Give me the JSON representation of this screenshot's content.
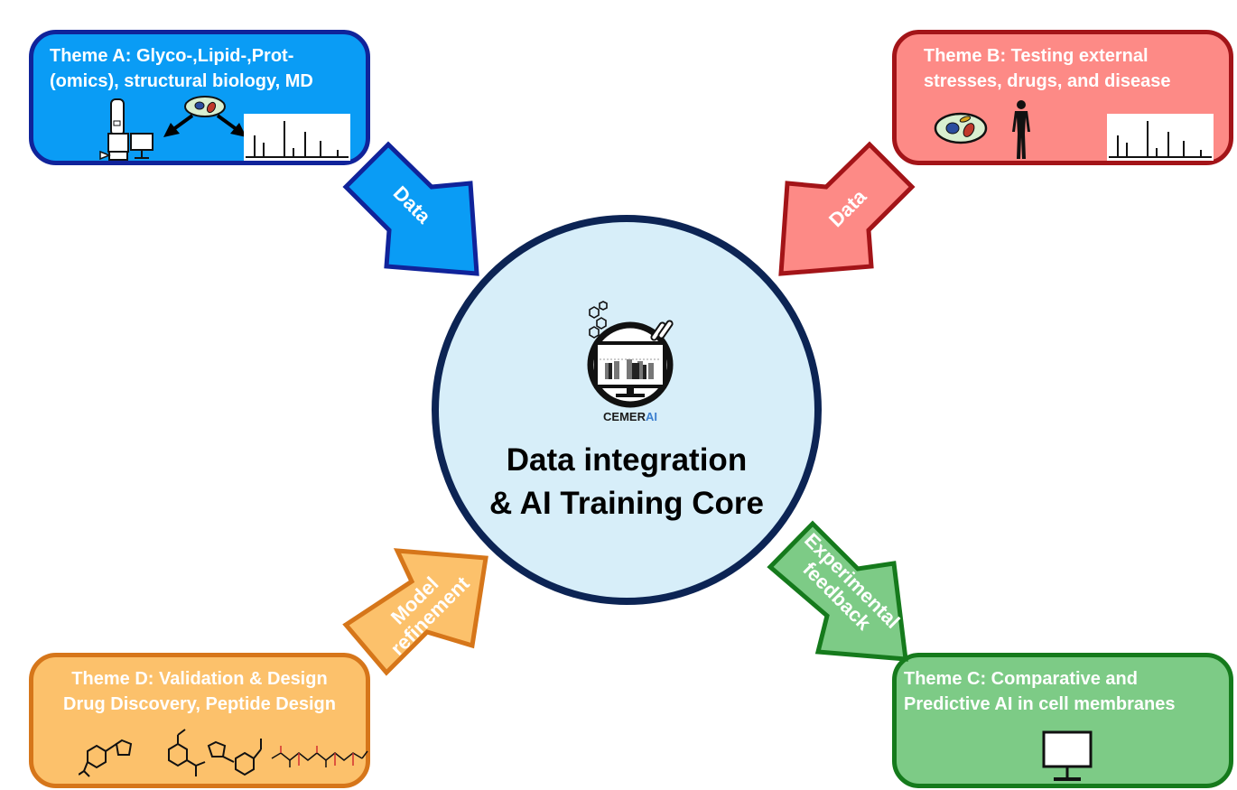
{
  "themes": {
    "a": {
      "line1": "Theme A: Glyco-,Lipid-,Prot-",
      "line2": "(omics), structural biology, MD"
    },
    "b": {
      "line1": "Theme B: Testing external",
      "line2": "stresses, drugs, and disease"
    },
    "c": {
      "line1": "Theme C: Comparative and",
      "line2": "Predictive AI in cell membranes"
    },
    "d": {
      "line1": "Theme D: Validation & Design",
      "line2": "Drug Discovery, Peptide Design"
    }
  },
  "arrows": {
    "a": "Data",
    "b": "Data",
    "c_line1": "Experimental",
    "c_line2": "feedback",
    "d_line1": "Model",
    "d_line2": "refinement"
  },
  "core": {
    "logo_prefix": "CEMER",
    "logo_suffix": "AI",
    "title_line1": "Data integration",
    "title_line2": "& AI Training Core"
  },
  "colors": {
    "theme_a_fill": "#0a9cf5",
    "theme_a_border": "#10239a",
    "theme_b_fill": "#fd8a86",
    "theme_b_border": "#a31418",
    "theme_c_fill": "#7dcb86",
    "theme_c_border": "#157a1c",
    "theme_d_fill": "#fcc16b",
    "theme_d_border": "#d6761a",
    "core_fill": "#d7eef9",
    "core_border": "#0c2454"
  },
  "icons": [
    "microscope-icon",
    "computer-monitor-icon",
    "cell-icon",
    "mass-spectrum-icon",
    "human-figure-icon",
    "molecule-icon",
    "peptide-icon",
    "cemerai-logo-icon"
  ]
}
